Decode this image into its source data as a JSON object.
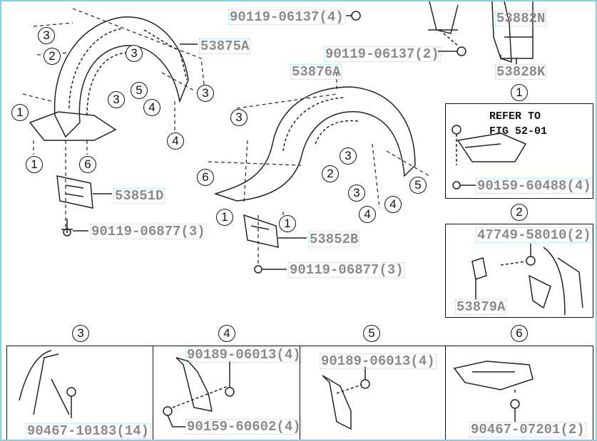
{
  "parts": {
    "fender_liner_left": "53875A",
    "bolt_top": "90119-06137(4)",
    "bolt_top2": "90119-06137(2)",
    "part_53882N": "53882N",
    "part_53828K": "53828K",
    "fender_liner_right": "53876A",
    "part_53851D": "53851D",
    "bolt_left": "90119-06877(3)",
    "part_53852B": "53852B",
    "bolt_right": "90119-06877(3)"
  },
  "detail1": {
    "number": "1",
    "refer_line1": "REFER TO",
    "refer_line2": "FIG 52-01",
    "part": "90159-60488(4)"
  },
  "detail2": {
    "number": "2",
    "part_a": "47749-58010(2)",
    "part_b": "53879A"
  },
  "detail3": {
    "number": "3",
    "part": "90467-10183(14)"
  },
  "detail4": {
    "number": "4",
    "part_a": "90189-06013(4)",
    "part_b": "90159-60602(4)"
  },
  "detail5": {
    "number": "5",
    "part": "90189-06013(4)"
  },
  "detail6": {
    "number": "6",
    "part": "90467-07201(2)"
  },
  "callouts": [
    "1",
    "2",
    "3",
    "4",
    "5",
    "6"
  ]
}
